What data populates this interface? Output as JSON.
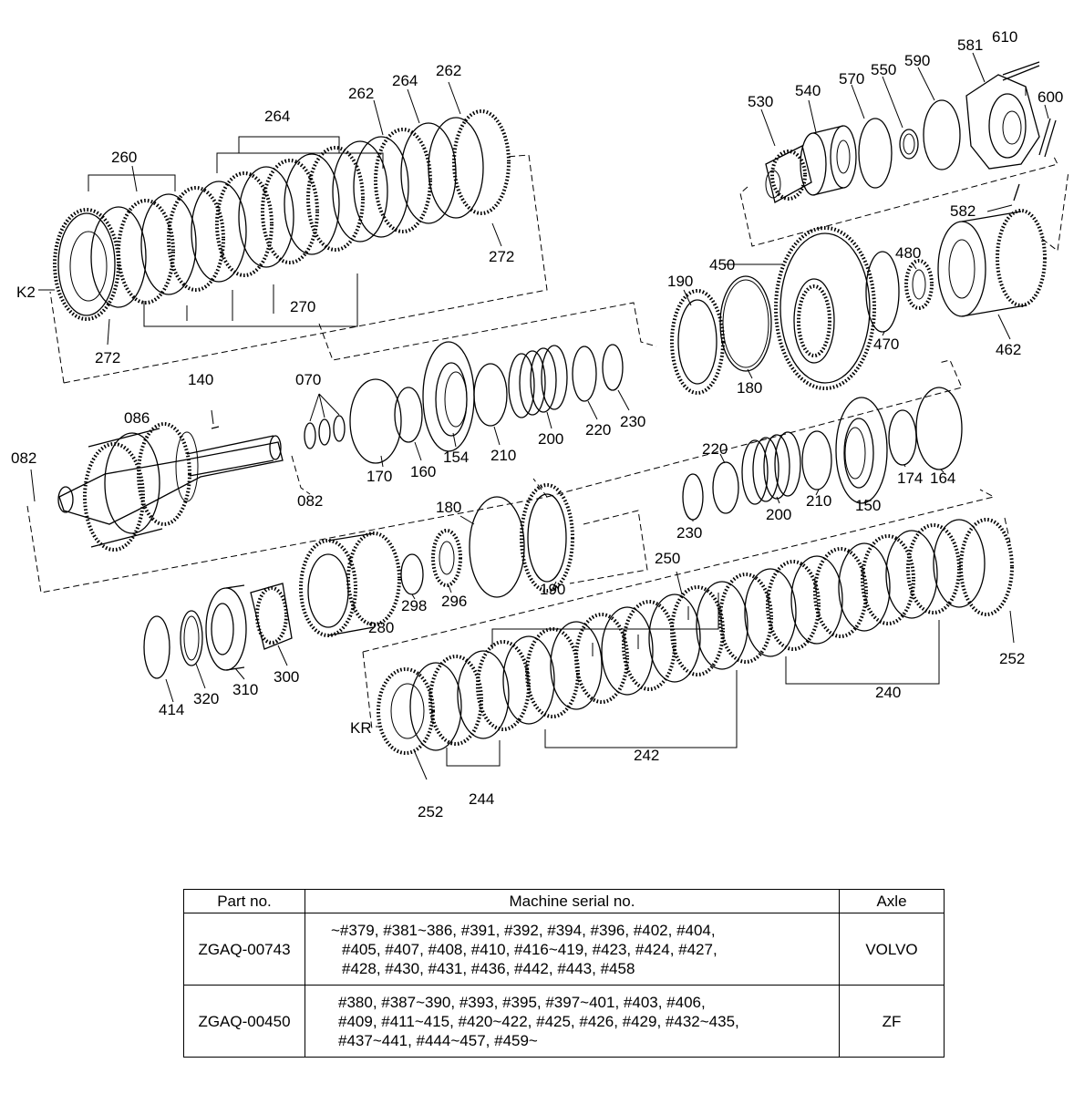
{
  "diagram": {
    "labels": {
      "k2": "K2",
      "kr": "KR",
      "l_260": "260",
      "l_264a": "264",
      "l_262a": "262",
      "l_264b": "264",
      "l_262b": "262",
      "l_272a": "272",
      "l_272b": "272",
      "l_270": "270",
      "l_530": "530",
      "l_540": "540",
      "l_570": "570",
      "l_550": "550",
      "l_590": "590",
      "l_581": "581",
      "l_610": "610",
      "l_600": "600",
      "l_582": "582",
      "l_190a": "190",
      "l_450": "450",
      "l_480": "480",
      "l_470": "470",
      "l_180a": "180",
      "l_462": "462",
      "l_140": "140",
      "l_086": "086",
      "l_082a": "082",
      "l_082b": "082",
      "l_070": "070",
      "l_170": "170",
      "l_160": "160",
      "l_154": "154",
      "l_210a": "210",
      "l_200a": "200",
      "l_220a": "220",
      "l_230a": "230",
      "l_220b": "220",
      "l_210b": "210",
      "l_200b": "200",
      "l_230b": "230",
      "l_150": "150",
      "l_174": "174",
      "l_164": "164",
      "l_180b": "180",
      "l_190b": "190",
      "l_298": "298",
      "l_296": "296",
      "l_280": "280",
      "l_250": "250",
      "l_252a": "252",
      "l_240": "240",
      "l_242": "242",
      "l_244": "244",
      "l_252b": "252",
      "l_414": "414",
      "l_320": "320",
      "l_310": "310",
      "l_300": "300"
    }
  },
  "table": {
    "headers": {
      "part_no": "Part no.",
      "serial": "Machine serial no.",
      "axle": "Axle"
    },
    "rows": [
      {
        "part_no": "ZGAQ-00743",
        "serial_lines": [
          "~#379, #381~386, #391, #392, #394, #396, #402, #404,",
          "#405, #407, #408, #410, #416~419, #423, #424, #427,",
          "#428, #430, #431, #436, #442, #443, #458"
        ],
        "axle": "VOLVO"
      },
      {
        "part_no": "ZGAQ-00450",
        "serial_lines": [
          "#380, #387~390, #393, #395, #397~401, #403, #406,",
          "#409, #411~415, #420~422, #425, #426, #429, #432~435,",
          "#437~441, #444~457, #459~"
        ],
        "axle": "ZF"
      }
    ]
  }
}
